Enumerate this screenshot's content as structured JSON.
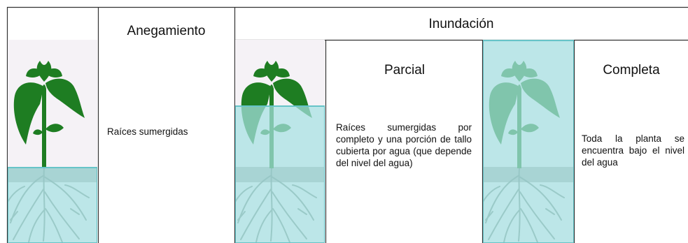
{
  "columns": {
    "anegamiento": {
      "title": "Anegamiento",
      "description": "Raíces sumergidas"
    },
    "inundacion": {
      "title": "Inundación",
      "parcial": {
        "title": "Parcial",
        "description": "Raíces sumergidas por completo y una porción de tallo cubierta por agua (que depende del nivel del agua)"
      },
      "completa": {
        "title": "Completa",
        "description": "Toda la planta se encuentra bajo el nivel del agua"
      }
    }
  },
  "colors": {
    "water": "#a6e0e2",
    "water_edge": "#66c4c8",
    "plant": "#1e7d22",
    "roots": "#7a8f84",
    "sky": "#f5f2f6",
    "grid": "#333333"
  }
}
